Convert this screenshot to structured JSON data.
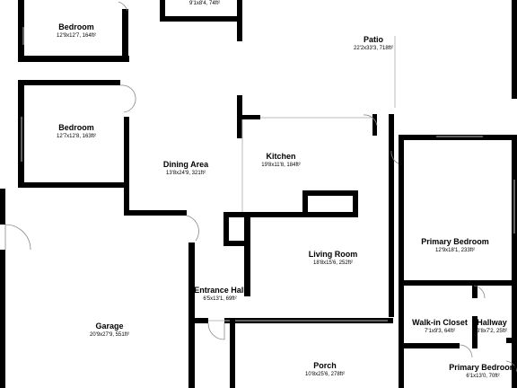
{
  "rooms": {
    "top_room": {
      "name": "",
      "dims": "9'1x8'4, 74ft²"
    },
    "bedroom_1": {
      "name": "Bedroom",
      "dims": "12'9x12'7, 164ft²"
    },
    "bedroom_2": {
      "name": "Bedroom",
      "dims": "12'7x12'8, 163ft²"
    },
    "patio": {
      "name": "Patio",
      "dims": "22'2x33'3, 718ft²"
    },
    "kitchen": {
      "name": "Kitchen",
      "dims": "19'8x11'8, 184ft²"
    },
    "dining": {
      "name": "Dining Area",
      "dims": "13'8x24'9, 321ft²"
    },
    "primary_bedroom": {
      "name": "Primary Bedroom",
      "dims": "12'9x18'1, 233ft²"
    },
    "living": {
      "name": "Living Room",
      "dims": "18'8x15'6, 252ft²"
    },
    "entrance": {
      "name": "Entrance Hall",
      "dims": "6'5x13'1, 69ft²"
    },
    "garage": {
      "name": "Garage",
      "dims": "20'9x27'9, 551ft²"
    },
    "walkin": {
      "name": "Walk-in Closet",
      "dims": "7'1x9'3, 64ft²"
    },
    "hallway": {
      "name": "Hallway",
      "dims": "3'8x7'2, 25ft²"
    },
    "porch": {
      "name": "Porch",
      "dims": "10'8x25'6, 278ft²"
    },
    "primary_bedroom_2": {
      "name": "Primary Bedroom",
      "dims": "6'1x13'0, 70ft²"
    }
  },
  "colors": {
    "wall": "#000000",
    "window": "#bbbbbb",
    "background": "#ffffff"
  }
}
